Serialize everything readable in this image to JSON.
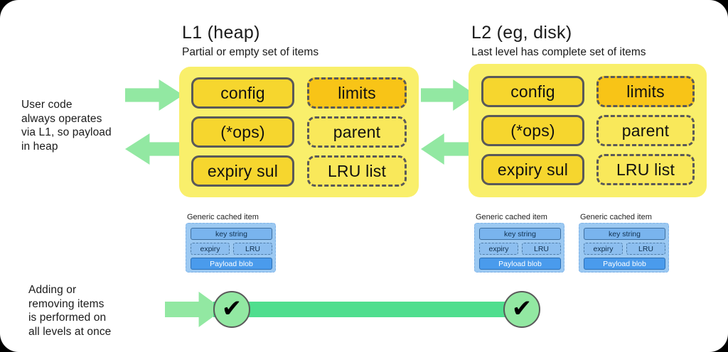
{
  "diagram": {
    "title_hidden": "Two-level cache architecture",
    "notes": {
      "user_code": "User code\nalways operates\nvia L1, so payload\nin heap",
      "adding_removing": "Adding or\nremoving items\nis performed on\nall levels at once"
    },
    "levels": [
      {
        "id": "l1",
        "title": "L1 (heap)",
        "subtitle": "Partial or empty set of items",
        "left_column": [
          "config",
          "(*ops)",
          "expiry sul"
        ],
        "right_column": [
          "limits",
          "parent",
          "LRU list"
        ]
      },
      {
        "id": "l2",
        "title": "L2 (eg, disk)",
        "subtitle": "Last level has complete set of items",
        "left_column": [
          "config",
          "(*ops)",
          "expiry sul"
        ],
        "right_column": [
          "limits",
          "parent",
          "LRU list"
        ]
      }
    ],
    "cached_items": [
      {
        "label": "Generic cached item",
        "key": "key string",
        "expiry": "expiry",
        "lru": "LRU",
        "payload": "Payload blob"
      },
      {
        "label": "Generic cached item",
        "key": "key string",
        "expiry": "expiry",
        "lru": "LRU",
        "payload": "Payload blob"
      },
      {
        "label": "Generic cached item",
        "key": "key string",
        "expiry": "expiry",
        "lru": "LRU",
        "payload": "Payload blob"
      }
    ],
    "checkmarks": [
      "✔",
      "✔"
    ],
    "colors": {
      "panel_bg": "#F9EF6B",
      "slot_solid": "#F6D62E",
      "slot_dashed": "#F9E85A",
      "slot_hot": "#F8C417",
      "arrow_green": "#92E8A2",
      "bar_green": "#4FDE8E",
      "item_bg": "#9CC9F2",
      "payload_blue": "#4A9BEC",
      "outline_gray": "#595959"
    }
  }
}
